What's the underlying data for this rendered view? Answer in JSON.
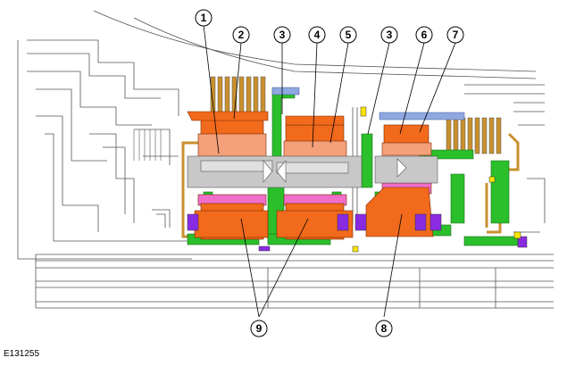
{
  "figure": {
    "id": "E131255",
    "callouts": [
      {
        "key": "c1",
        "label": "1"
      },
      {
        "key": "c2",
        "label": "2"
      },
      {
        "key": "c3a",
        "label": "3"
      },
      {
        "key": "c4",
        "label": "4"
      },
      {
        "key": "c5",
        "label": "5"
      },
      {
        "key": "c3b",
        "label": "3"
      },
      {
        "key": "c6",
        "label": "6"
      },
      {
        "key": "c7",
        "label": "7"
      },
      {
        "key": "c8",
        "label": "8"
      },
      {
        "key": "c9",
        "label": "9"
      }
    ]
  },
  "colors": {
    "outline": "#555555",
    "housing": "#ffffff",
    "gear_orange": "#f26a1b",
    "gear_salmon": "#f4a07a",
    "shaft_grey": "#c8c8c8",
    "pink": "#f06ec8",
    "green": "#2bbf2b",
    "dark_green": "#1a8a1a",
    "tan": "#c8902e",
    "blue": "#8fa8e0",
    "yellow": "#ffe600",
    "purple": "#8a2be2"
  }
}
